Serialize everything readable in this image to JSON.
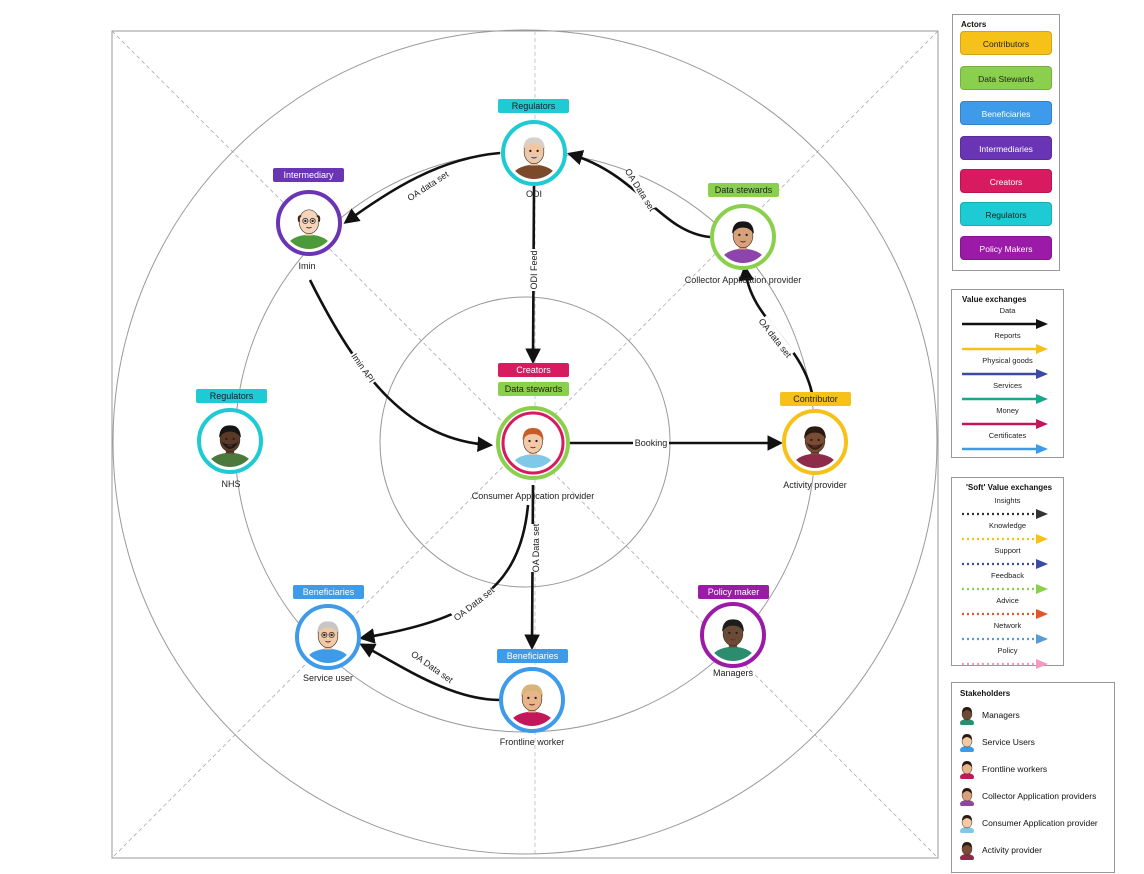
{
  "colors": {
    "contributors": "#f6c21a",
    "data_stewards": "#8bd04c",
    "beneficiaries": "#3d9be9",
    "intermediaries": "#6a35b4",
    "creators": "#d81b60",
    "regulators": "#1ecad3",
    "policy_makers": "#9b1aa8"
  },
  "nodes": {
    "odi": {
      "tag": "Regulators",
      "name": "ODI",
      "ring_color": "#1ecad3"
    },
    "imin": {
      "tag": "Intermediary",
      "name": "Imin",
      "ring_color": "#6a35b4"
    },
    "collector": {
      "tag": "Data stewards",
      "name": "Collector Application provider",
      "ring_color": "#8bd04c"
    },
    "consumer": {
      "tag1": "Creators",
      "tag2": "Data stewards",
      "name": "Consumer Application provider",
      "ring_color": "#8bd04c"
    },
    "nhs": {
      "tag": "Regulators",
      "name": "NHS",
      "ring_color": "#1ecad3"
    },
    "activity": {
      "tag": "Contributor",
      "name": "Activity provider",
      "ring_color": "#f6c21a"
    },
    "service_user": {
      "tag": "Beneficiaries",
      "name": "Service user",
      "ring_color": "#3d9be9"
    },
    "frontline": {
      "tag": "Beneficiaries",
      "name": "Frontline worker",
      "ring_color": "#3d9be9"
    },
    "managers": {
      "tag": "Policy maker",
      "name": "Managers",
      "ring_color": "#9b1aa8"
    }
  },
  "edges": {
    "odi_imin": "OA data set",
    "collector_odi": "OA Data set",
    "odi_consumer": "ODI Feed",
    "imin_consumer": "Imin API",
    "activity_collector": "OA data set",
    "consumer_activity": "Booking",
    "consumer_frontline": "OA Data set",
    "consumer_service": "OA Data set",
    "frontline_service": "OA Data set"
  },
  "legend_actors": {
    "title": "Actors",
    "items": [
      {
        "label": "Contributors",
        "color": "#f6c21a",
        "text_color": "#222"
      },
      {
        "label": "Data Stewards",
        "color": "#8bd04c",
        "text_color": "#222"
      },
      {
        "label": "Beneficiaries",
        "color": "#3d9be9",
        "text_color": "#fff"
      },
      {
        "label": "Intermediaries",
        "color": "#6a35b4",
        "text_color": "#fff"
      },
      {
        "label": "Creators",
        "color": "#d81b60",
        "text_color": "#fff"
      },
      {
        "label": "Regulators",
        "color": "#1ecad3",
        "text_color": "#222"
      },
      {
        "label": "Policy Makers",
        "color": "#9b1aa8",
        "text_color": "#fff"
      }
    ]
  },
  "legend_value": {
    "title": "Value exchanges",
    "items": [
      {
        "label": "Data",
        "color": "#111111"
      },
      {
        "label": "Reports",
        "color": "#f6c21a"
      },
      {
        "label": "Physical goods",
        "color": "#3b4aa3"
      },
      {
        "label": "Services",
        "color": "#19a88a"
      },
      {
        "label": "Money",
        "color": "#c2185b"
      },
      {
        "label": "Certificates",
        "color": "#3d9be9"
      }
    ]
  },
  "legend_soft": {
    "title": "'Soft' Value exchanges",
    "items": [
      {
        "label": "Insights",
        "color": "#333333"
      },
      {
        "label": "Knowledge",
        "color": "#f6c21a"
      },
      {
        "label": "Support",
        "color": "#3b4aa3"
      },
      {
        "label": "Feedback",
        "color": "#8bd04c"
      },
      {
        "label": "Advice",
        "color": "#e0582a"
      },
      {
        "label": "Network",
        "color": "#5b9bd5"
      },
      {
        "label": "Policy",
        "color": "#f49ac1"
      }
    ]
  },
  "legend_stakeholders": {
    "title": "Stakeholders",
    "items": [
      {
        "label": "Managers",
        "skin": "#6b4a36",
        "shirt": "#2c8c6e"
      },
      {
        "label": "Service Users",
        "skin": "#f1c9a5",
        "shirt": "#3d9be9"
      },
      {
        "label": "Frontline workers",
        "skin": "#e8b48a",
        "shirt": "#c2185b"
      },
      {
        "label": "Collector Application providers",
        "skin": "#d7a27a",
        "shirt": "#8e44ad"
      },
      {
        "label": "Consumer Application provider",
        "skin": "#f3c9a8",
        "shirt": "#7fc8e8"
      },
      {
        "label": "Activity provider",
        "skin": "#7a4b35",
        "shirt": "#8e2a4a"
      }
    ]
  }
}
